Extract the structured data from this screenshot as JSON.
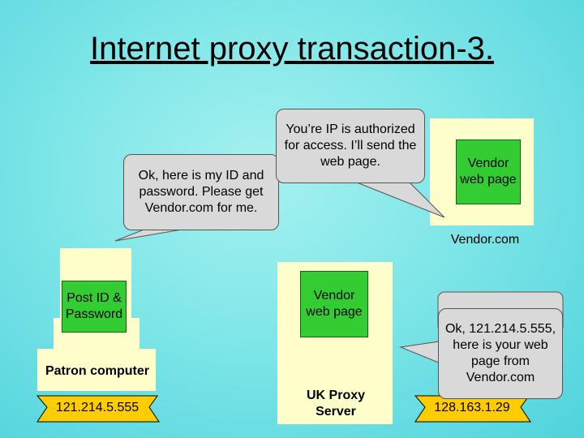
{
  "title": "Internet proxy transaction-3.",
  "bubbles": {
    "patron": "Ok, here is my ID and password. Please get Vendor.com for me.",
    "proxy": "You’re IP is authorized for access. I’ll send the web page.",
    "vendor": "Ok, 121.214.5.555, here is your web page from Vendor.com"
  },
  "scrolls": {
    "post_id": "Post ID & Password",
    "vendor_page_top": "Vendor web page",
    "vendor_page_mid": "Vendor web page"
  },
  "labels": {
    "vendor_site": "Vendor.com",
    "patron_computer": "Patron computer",
    "uk_proxy": "UK Proxy Server"
  },
  "ribbons": {
    "patron_ip": "121.214.5.555",
    "vendor_ip": "128.163.1.29"
  },
  "colors": {
    "scroll_green": "#33cc33",
    "panel_yellow": "#ffffcc",
    "ribbon_yellow": "#ffcc00",
    "bubble_gray": "#d9d9d9"
  }
}
